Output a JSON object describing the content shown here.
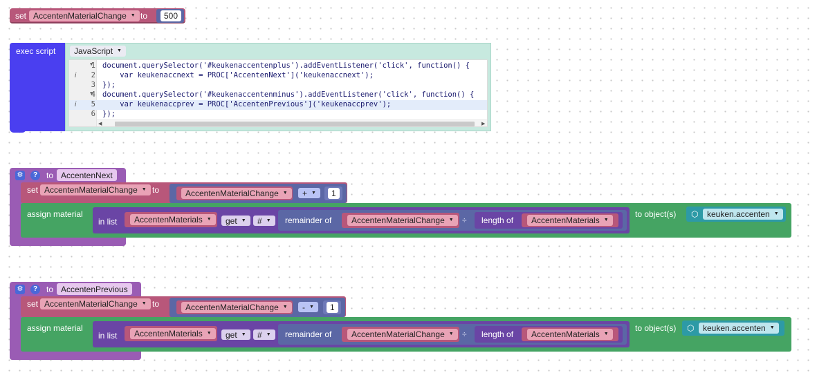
{
  "top_set": {
    "set_label": "set",
    "variable": "AccentenMaterialChange",
    "to_label": "to",
    "value": "500"
  },
  "exec": {
    "label": "exec script",
    "language": "JavaScript",
    "line_numbers": [
      "1",
      "2",
      "3",
      "4",
      "5",
      "6"
    ],
    "lines": [
      "document.querySelector('#keukenaccentenplus').addEventListener('click', function() {",
      "    var keukenaccnext = PROC['AccentenNext']('keukenaccnext');",
      "});",
      "document.querySelector('#keukenaccentenminus').addEventListener('click', function() {",
      "    var keukenaccprev = PROC['AccentenPrevious']('keukenaccprev');",
      "});"
    ]
  },
  "proc_next": {
    "to_label": "to",
    "name": "AccentenNext",
    "set_label": "set",
    "set_variable": "AccentenMaterialChange",
    "set_to_label": "to",
    "expr_variable": "AccentenMaterialChange",
    "operator": "+",
    "operand": "1",
    "assign_label": "assign material",
    "in_list_label": "in list",
    "list_variable": "AccentenMaterials",
    "get_label": "get",
    "hash_label": "#",
    "remainder_label": "remainder of",
    "remainder_variable": "AccentenMaterialChange",
    "divide_symbol": "÷",
    "length_label": "length of",
    "length_variable": "AccentenMaterials",
    "to_objects_label": "to object(s)",
    "object_name": "keuken.accenten"
  },
  "proc_prev": {
    "to_label": "to",
    "name": "AccentenPrevious",
    "set_label": "set",
    "set_variable": "AccentenMaterialChange",
    "set_to_label": "to",
    "expr_variable": "AccentenMaterialChange",
    "operator": "-",
    "operand": "1",
    "assign_label": "assign material",
    "in_list_label": "in list",
    "list_variable": "AccentenMaterials",
    "get_label": "get",
    "hash_label": "#",
    "remainder_label": "remainder of",
    "remainder_variable": "AccentenMaterialChange",
    "divide_symbol": "÷",
    "length_label": "length of",
    "length_variable": "AccentenMaterials",
    "to_objects_label": "to object(s)",
    "object_name": "keuken.accenten"
  },
  "colors": {
    "variables_block": "#b8577a",
    "math_block": "#5b67a5",
    "procedure_block": "#9a5cb4",
    "exec_block": "#4a3ff0",
    "scene_block": "#45a463",
    "list_block": "#6a45a5",
    "editor_bg": "#c7e9df"
  }
}
